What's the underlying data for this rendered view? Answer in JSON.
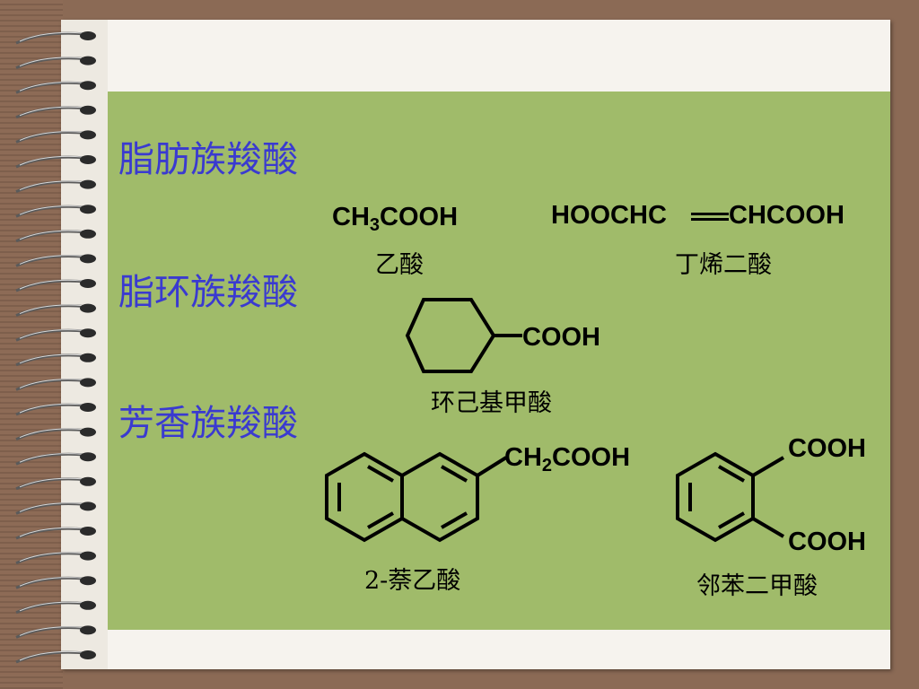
{
  "headings": {
    "aliphatic": "脂肪族羧酸",
    "alicyclic": "脂环族羧酸",
    "aromatic": "芳香族羧酸"
  },
  "acetic": {
    "formula_prefix": "CH",
    "formula_sub": "3",
    "formula_suffix": "COOH",
    "name": "乙酸"
  },
  "butenedioic": {
    "left": "HOOCHC",
    "right": "CHCOOH",
    "name": "丁烯二酸"
  },
  "cyclohexane": {
    "group": "COOH",
    "name": "环己基甲酸"
  },
  "naphthylacetic": {
    "formula_prefix": "CH",
    "formula_sub": "2",
    "formula_suffix": "COOH",
    "name": "2-萘乙酸"
  },
  "phthalic": {
    "top_group": "COOH",
    "bottom_group": "COOH",
    "name": "邻苯二甲酸"
  },
  "colors": {
    "heading": "#3a3ad0",
    "panel": "#a0bb6a",
    "paper": "#f6f3ee",
    "frame": "#8b6a55"
  }
}
